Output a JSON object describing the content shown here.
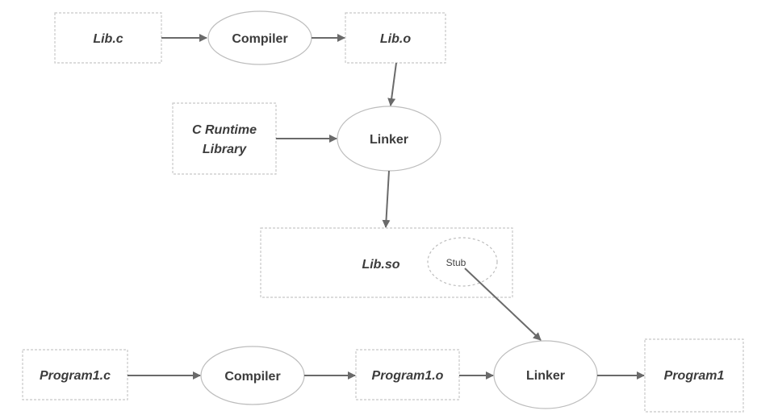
{
  "nodes": {
    "lib_c": "Lib.c",
    "compiler_top": "Compiler",
    "lib_o": "Lib.o",
    "c_runtime_line1": "C Runtime",
    "c_runtime_line2": "Library",
    "linker_mid": "Linker",
    "lib_so": "Lib.so",
    "stub": "Stub",
    "program1_c": "Program1.c",
    "compiler_bottom": "Compiler",
    "program1_o": "Program1.o",
    "linker_bottom": "Linker",
    "program1": "Program1"
  }
}
